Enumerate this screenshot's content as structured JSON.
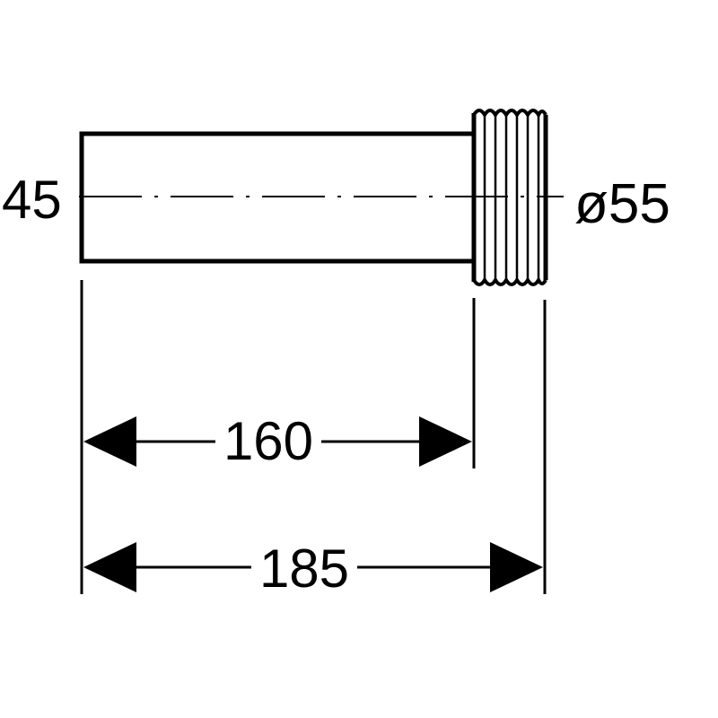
{
  "drawing": {
    "dimensions": {
      "inner_diameter": "45",
      "outer_diameter": "ø55",
      "pipe_length": "160",
      "total_length": "185"
    },
    "colors": {
      "line": "#000000",
      "background": "#ffffff"
    }
  }
}
